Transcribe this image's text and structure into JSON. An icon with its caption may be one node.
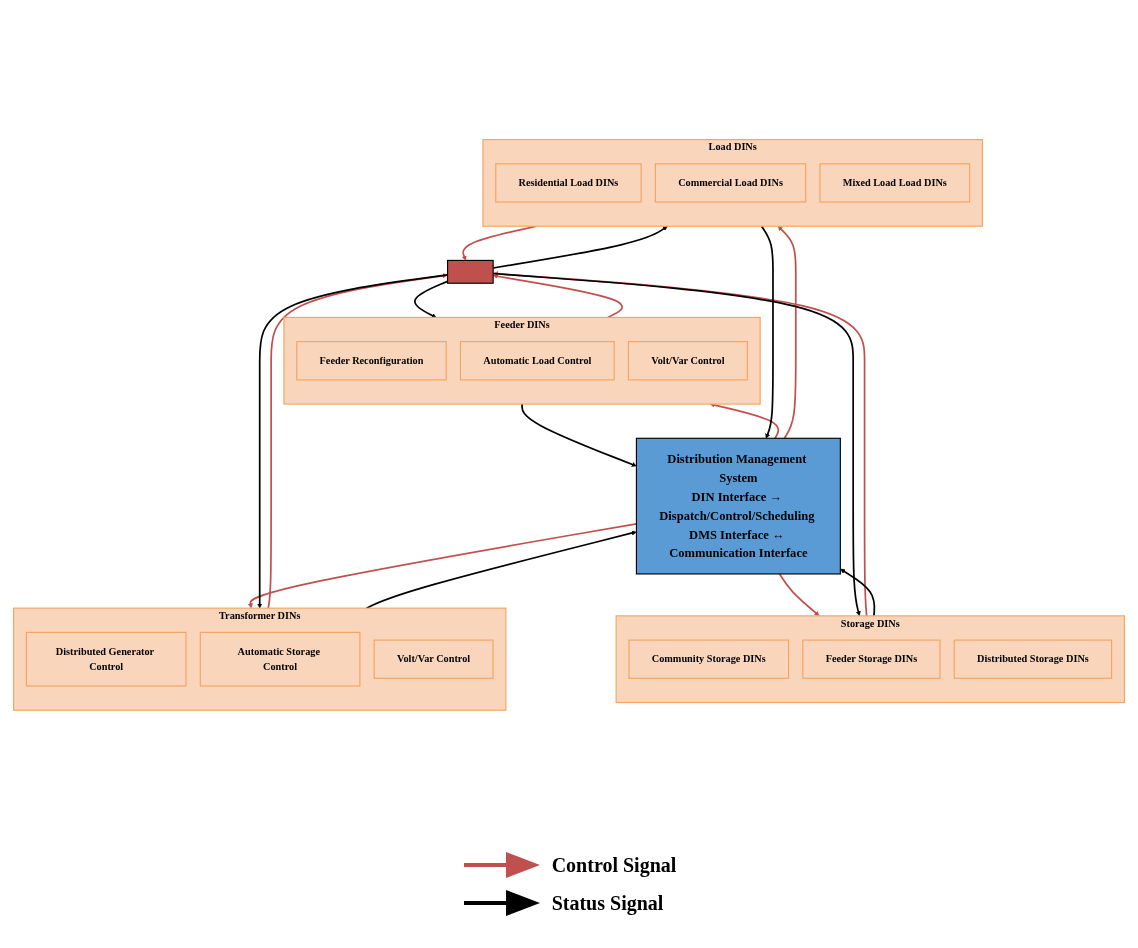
{
  "diagram": {
    "nodes": [
      {
        "text": [
          "Distribution Management System",
          "DIN Interface → Dispatch/Control/Scheduling DMS Interface ↔ Communication Interface"
        ]
      },
      {
        "text": [
          "Feeder DINs"
        ]
      },
      {
        "text": [
          "Feeder Reconfiguration"
        ],
        "in": 1
      },
      {
        "text": [
          "Automatic Load Control"
        ],
        "in": 1
      },
      {
        "text": [
          "Volt/Var Control"
        ],
        "in": 1
      },
      {
        "text": [
          "Transformer DINs"
        ]
      },
      {
        "text": [
          "Distributed Generator Control"
        ],
        "in": 5
      },
      {
        "text": [
          "Automatic Storage Control"
        ],
        "in": 5
      },
      {
        "text": [
          "Volt/Var Control"
        ],
        "in": 5
      },
      {
        "text": [
          "Storage DINs"
        ]
      },
      {
        "text": [
          "Community Storage DINs"
        ],
        "in": 9
      },
      {
        "text": [
          "Feeder Storage DINs"
        ],
        "in": 9
      },
      {
        "text": [
          "Distributed Storage DINs"
        ],
        "in": 9
      },
      {
        "text": [
          "Load DINs"
        ]
      },
      {
        "text": [
          "Residential Load DINs"
        ],
        "in": 13
      },
      {
        "text": [
          "Commercial Load DINs"
        ],
        "in": 13
      },
      {
        "text": [
          "Mixed Load Load DINs"
        ],
        "in": 13
      },
      {
        "text": [],
        "shape": "bar"
      }
    ],
    "edges": [
      {
        "from": 0,
        "to": 1,
        "arrow": "to",
        "color": "#c0504d"
      },
      {
        "from": 0,
        "to": 5,
        "arrow": "to",
        "color": "#c0504d"
      },
      {
        "from": 0,
        "to": 9,
        "arrow": "to",
        "color": "#c0504d"
      },
      {
        "from": 0,
        "to": 13,
        "arrow": "to",
        "color": "#c0504d"
      },
      {
        "from": 1,
        "to": 17,
        "arrow": "to",
        "color": "#c0504d"
      },
      {
        "from": 5,
        "to": 17,
        "arrow": "to",
        "color": "#c0504d"
      },
      {
        "from": 9,
        "to": 17,
        "arrow": "to",
        "color": "#c0504d"
      },
      {
        "from": 13,
        "to": 17,
        "arrow": "to",
        "color": "#c0504d"
      },
      {
        "from": 1,
        "to": 0,
        "arrow": "to",
        "color": "#000000"
      },
      {
        "from": 5,
        "to": 0,
        "arrow": "to",
        "color": "#000000"
      },
      {
        "from": 9,
        "to": 0,
        "arrow": "to",
        "color": "#000000"
      },
      {
        "from": 13,
        "to": 0,
        "arrow": "to",
        "color": "#000000"
      },
      {
        "from": 17,
        "to": 1,
        "arrow": "to",
        "color": "#000000"
      },
      {
        "from": 17,
        "to": 5,
        "arrow": "to",
        "color": "#000000"
      },
      {
        "from": 17,
        "to": 9,
        "arrow": "to",
        "color": "#000000"
      },
      {
        "from": 17,
        "to": 13,
        "arrow": "to",
        "color": "#000000"
      }
    ],
    "legend": [
      {
        "text": "Control Signal"
      },
      {
        "text": "Status Signal"
      }
    ]
  }
}
